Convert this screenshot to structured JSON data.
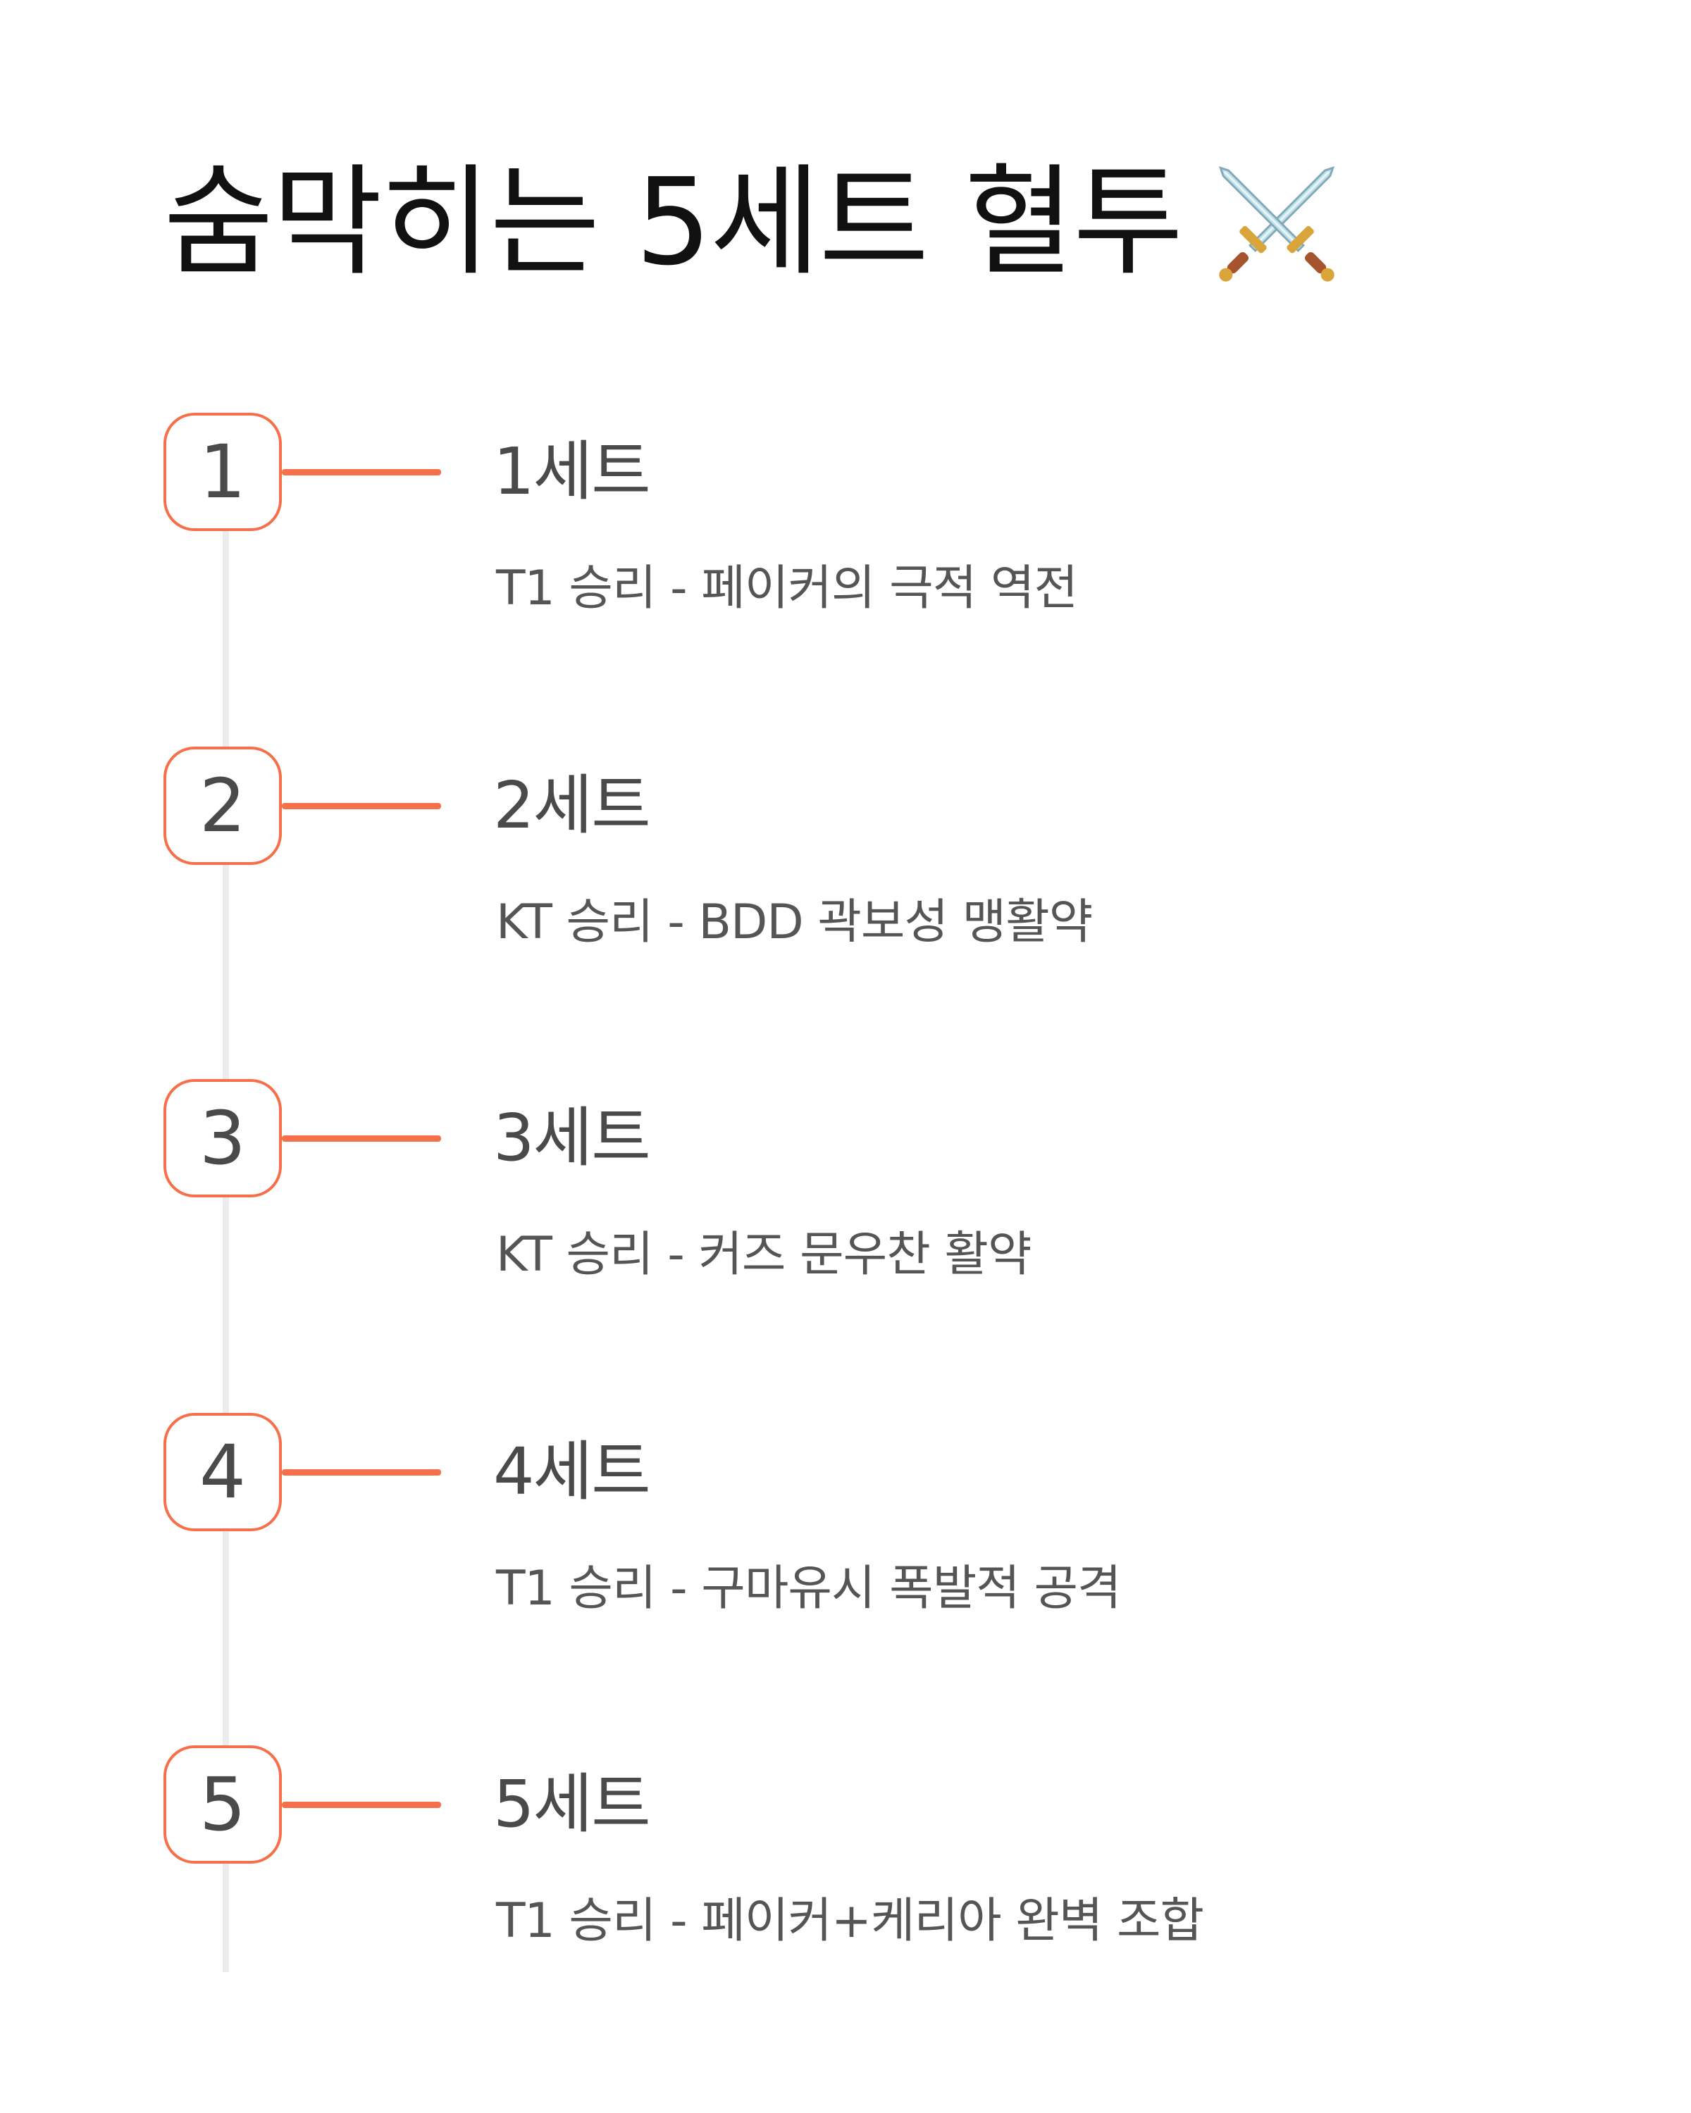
{
  "title": {
    "text": "숨막히는 5세트 혈투",
    "icon": "crossed-swords-icon"
  },
  "colors": {
    "accent": "#f5704a",
    "timeline": "#ececec",
    "title_text": "#111111",
    "body_text": "#4d4d4d"
  },
  "sets": [
    {
      "number": "1",
      "label": "1세트",
      "result": "T1 승리 - 페이커의 극적 역전"
    },
    {
      "number": "2",
      "label": "2세트",
      "result": "KT 승리 - BDD 곽보성 맹활약"
    },
    {
      "number": "3",
      "label": "3세트",
      "result": "KT 승리 - 커즈 문우찬 활약"
    },
    {
      "number": "4",
      "label": "4세트",
      "result": "T1 승리 - 구마유시 폭발적 공격"
    },
    {
      "number": "5",
      "label": "5세트",
      "result": "T1 승리 - 페이커+케리아 완벽 조합"
    }
  ]
}
